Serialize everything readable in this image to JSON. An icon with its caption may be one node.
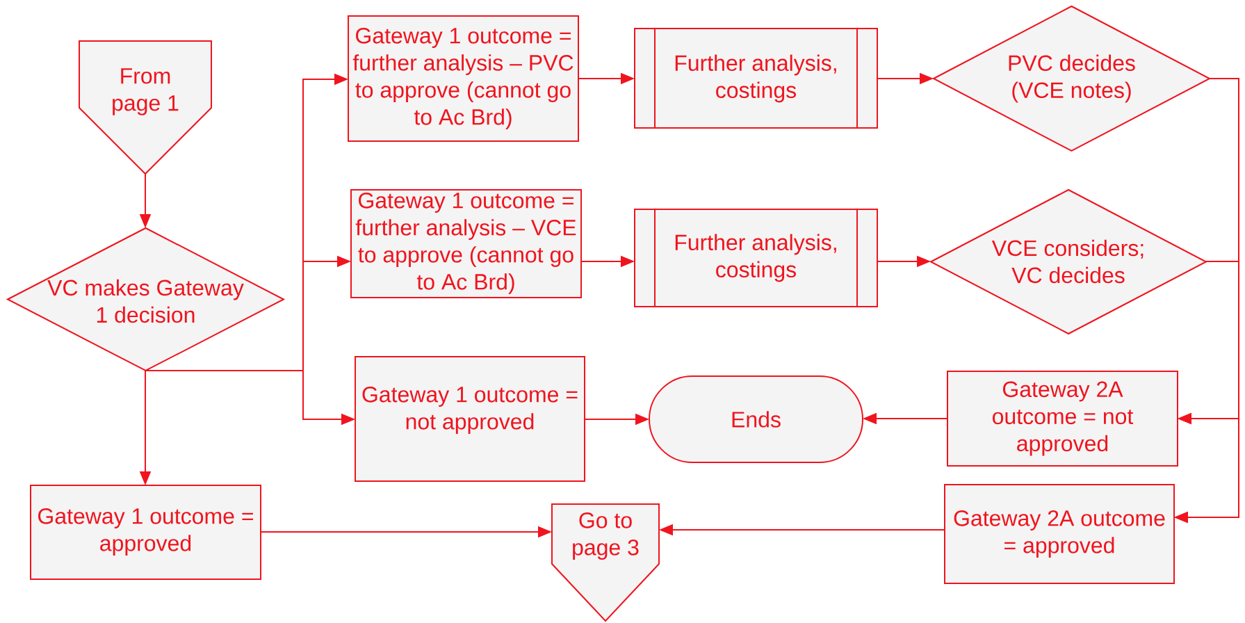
{
  "diagram": {
    "nodes": [
      {
        "text": [
          "From page 1"
        ]
      },
      {
        "text": [
          "VC makes Gateway 1 decision"
        ]
      },
      {
        "text": [
          "Gateway 1 outcome = further analysis – PVC to approve (cannot go to Ac Brd)"
        ]
      },
      {
        "text": [
          "Further analysis, costings"
        ]
      },
      {
        "text": [
          "PVC decides (VCE notes)"
        ]
      },
      {
        "text": [
          "Gateway 1 outcome = further analysis – VCE to approve (cannot go to Ac Brd)"
        ]
      },
      {
        "text": [
          "Further analysis, costings"
        ]
      },
      {
        "text": [
          "VCE considers; VC decides"
        ]
      },
      {
        "text": [
          "Gateway 1 outcome = not approved"
        ]
      },
      {
        "text": [
          "Ends"
        ]
      },
      {
        "text": [
          "Gateway 2A outcome = not approved"
        ]
      },
      {
        "text": [
          "Gateway 1 outcome = approved"
        ]
      },
      {
        "text": [
          "Go to page 3"
        ]
      },
      {
        "text": [
          "Gateway 2A outcome = approved"
        ]
      }
    ],
    "edges": [
      {
        "from": 0,
        "to": 1,
        "arrow": "to"
      },
      {
        "from": 1,
        "to": 2,
        "arrow": "to"
      },
      {
        "from": 1,
        "to": 5,
        "arrow": "to"
      },
      {
        "from": 1,
        "to": 8,
        "arrow": "to"
      },
      {
        "from": 1,
        "to": 11,
        "arrow": "to"
      },
      {
        "from": 2,
        "to": 3,
        "arrow": "to"
      },
      {
        "from": 3,
        "to": 4,
        "arrow": "to"
      },
      {
        "from": 5,
        "to": 6,
        "arrow": "to"
      },
      {
        "from": 6,
        "to": 7,
        "arrow": "to"
      },
      {
        "from": 4,
        "to": 10,
        "arrow": "to"
      },
      {
        "from": 4,
        "to": 13,
        "arrow": "to"
      },
      {
        "from": 7,
        "to": 10,
        "arrow": "to"
      },
      {
        "from": 7,
        "to": 13,
        "arrow": "to"
      },
      {
        "from": 8,
        "to": 9,
        "arrow": "to"
      },
      {
        "from": 10,
        "to": 9,
        "arrow": "to"
      },
      {
        "from": 11,
        "to": 12,
        "arrow": "to"
      },
      {
        "from": 13,
        "to": 12,
        "arrow": "to"
      }
    ]
  }
}
